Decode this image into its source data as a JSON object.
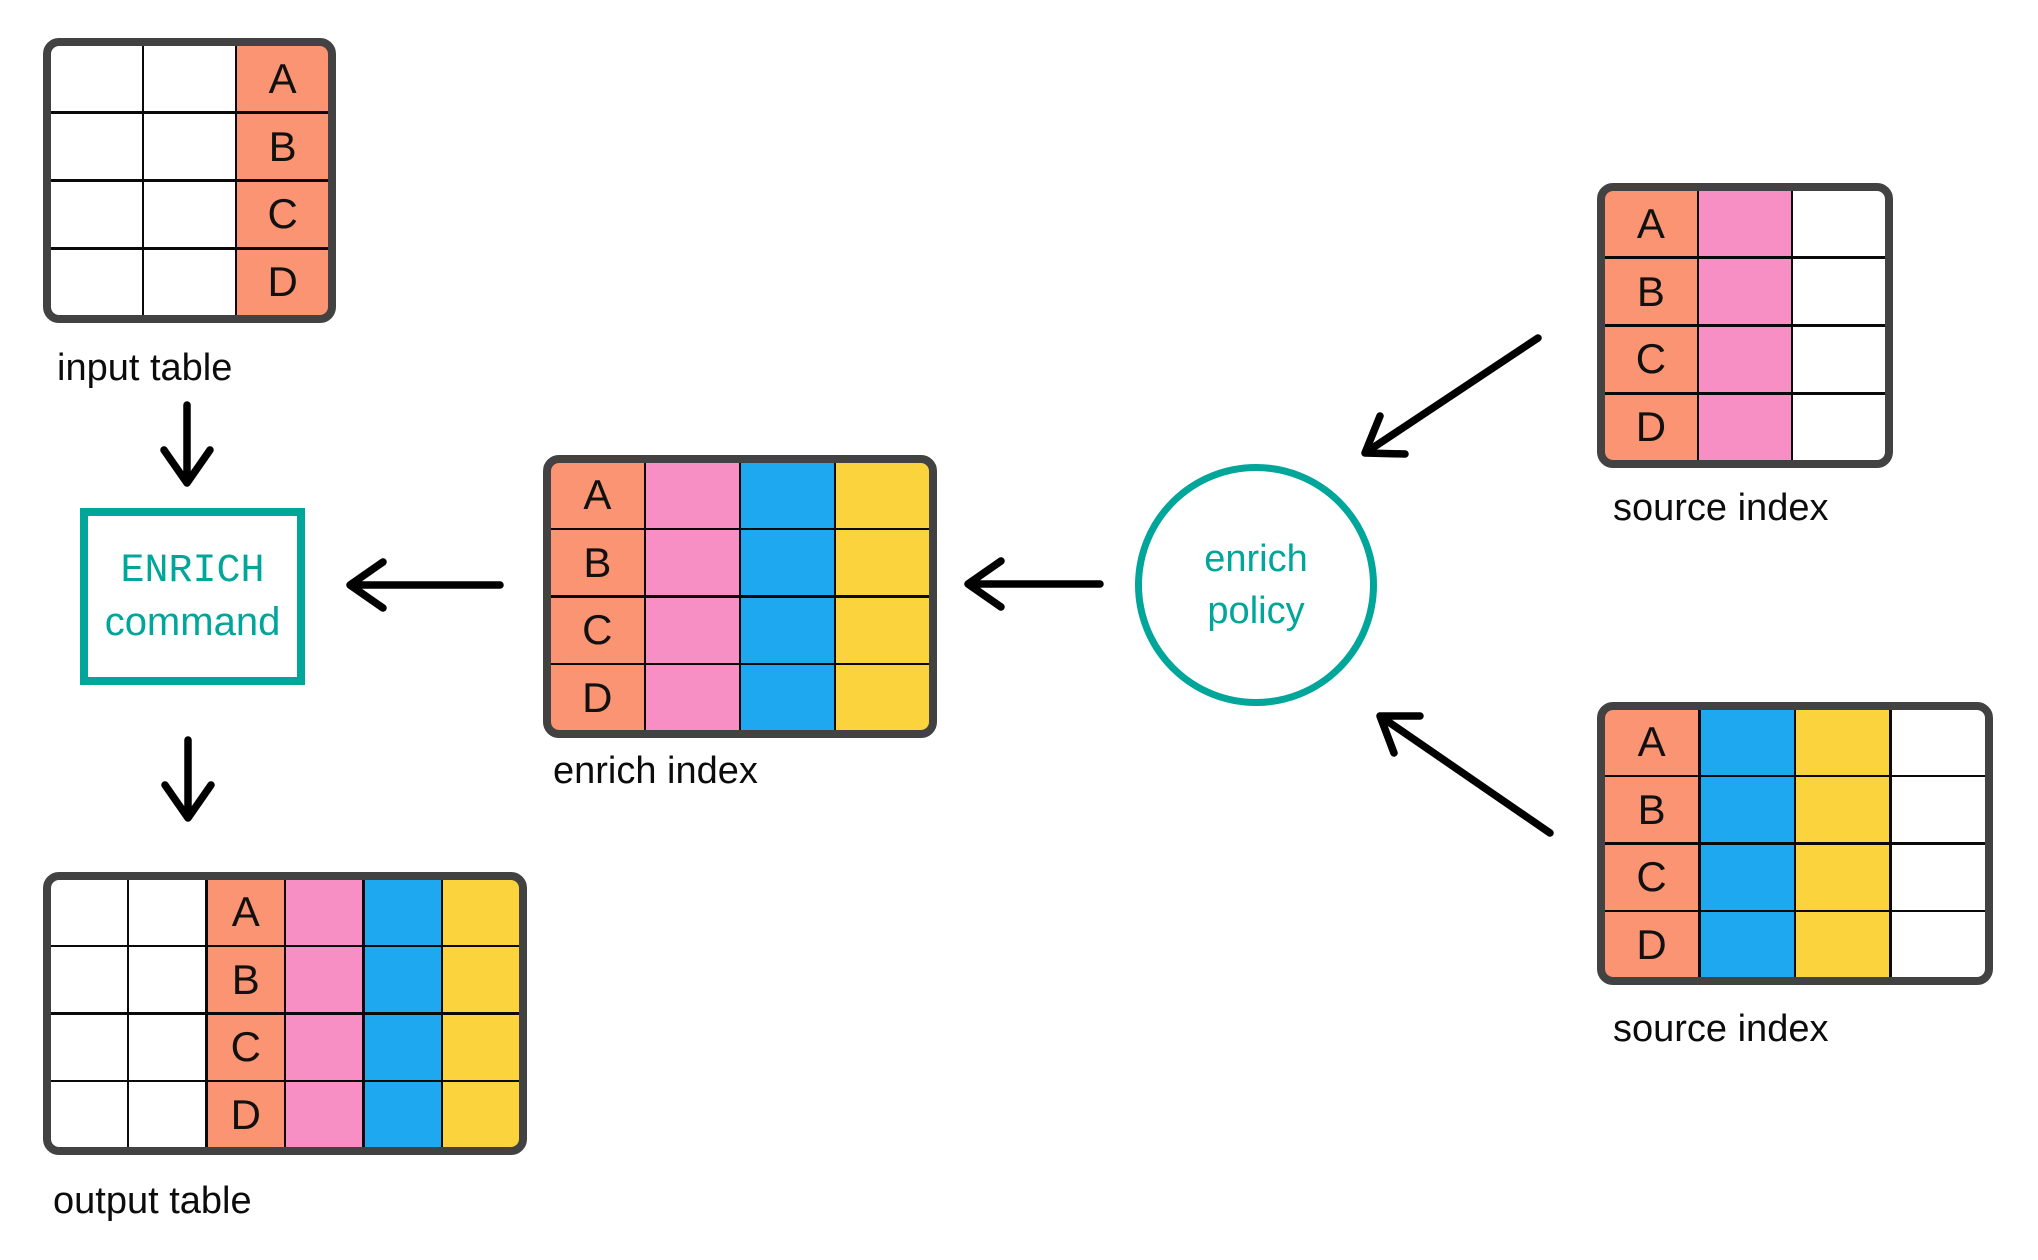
{
  "colors": {
    "salmon": "#FA9473",
    "pink": "#F78FC4",
    "blue": "#1EA8F0",
    "yellow": "#FBD33C",
    "white": "#ffffff",
    "teal": "#00A69A",
    "table_border": "#424242",
    "grid_line": "#0a0a0a",
    "arrow": "#000000",
    "cell_text": "#111111",
    "label_text": "#0c0c0c",
    "background": "#ffffff"
  },
  "row_labels": [
    "A",
    "B",
    "C",
    "D"
  ],
  "tables": {
    "input_table": {
      "label": "input table",
      "columns": [
        "white",
        "white",
        "salmon"
      ],
      "letter_col": 2
    },
    "enrich_index": {
      "label": "enrich index",
      "columns": [
        "salmon",
        "pink",
        "blue",
        "yellow"
      ],
      "letter_col": 0
    },
    "source_index_top": {
      "label": "source index",
      "columns": [
        "salmon",
        "pink",
        "white"
      ],
      "letter_col": 0
    },
    "source_index_bottom": {
      "label": "source index",
      "columns": [
        "salmon",
        "blue",
        "yellow",
        "white"
      ],
      "letter_col": 0
    },
    "output_table": {
      "label": "output table",
      "columns": [
        "white",
        "white",
        "salmon",
        "pink",
        "blue",
        "yellow"
      ],
      "letter_col": 2
    }
  },
  "nodes": {
    "enrich_command": {
      "line1": "ENRICH",
      "line2": "command"
    },
    "enrich_policy": {
      "line1": "enrich",
      "line2": "policy"
    }
  }
}
